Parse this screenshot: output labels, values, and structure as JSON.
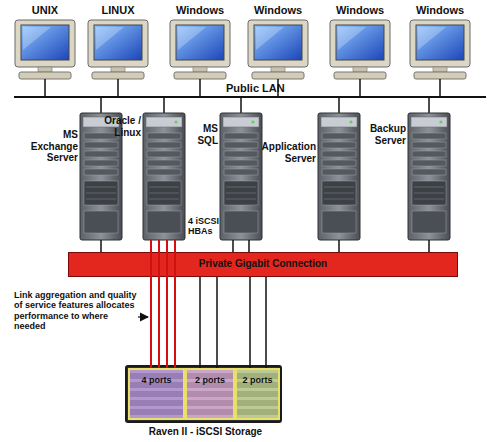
{
  "diagram": {
    "nodes": [
      {
        "text": [
          "UNIX"
        ]
      },
      {
        "text": [
          "LINUX"
        ]
      },
      {
        "text": [
          "Windows"
        ]
      },
      {
        "text": [
          "Windows"
        ]
      },
      {
        "text": [
          "Windows"
        ]
      },
      {
        "text": [
          "Windows"
        ]
      },
      {
        "text": [
          "MS Exchange Server"
        ]
      },
      {
        "text": [
          "Oracle / Linux"
        ]
      },
      {
        "text": [
          "MS SQL"
        ]
      },
      {
        "text": [
          "Application Server"
        ]
      },
      {
        "text": [
          "Backup Server"
        ]
      },
      {
        "text": [
          "Private Gigabit Connection"
        ]
      },
      {
        "text": [
          "Raven II - iSCSI Storage"
        ]
      },
      {
        "text": [
          "4 ports"
        ],
        "in": 12
      },
      {
        "text": [
          "2 ports"
        ],
        "in": 12
      },
      {
        "text": [
          "2 ports"
        ],
        "in": 12
      }
    ],
    "edges": [
      {
        "from": 7,
        "to": 13,
        "arrow": "none"
      },
      {
        "from": 7,
        "to": 13,
        "arrow": "none"
      },
      {
        "from": 7,
        "to": 13,
        "arrow": "none"
      },
      {
        "from": 7,
        "to": 13,
        "arrow": "none"
      },
      {
        "from": 6,
        "to": 11,
        "arrow": "none"
      },
      {
        "from": 8,
        "to": 11,
        "arrow": "none"
      },
      {
        "from": 8,
        "to": 11,
        "arrow": "none"
      },
      {
        "from": 9,
        "to": 11,
        "arrow": "none"
      },
      {
        "from": 10,
        "to": 11,
        "arrow": "none"
      },
      {
        "from": 11,
        "to": 14,
        "arrow": "none"
      },
      {
        "from": 11,
        "to": 14,
        "arrow": "none"
      },
      {
        "from": 11,
        "to": 15,
        "arrow": "none"
      },
      {
        "from": 11,
        "to": 15,
        "arrow": "none"
      }
    ],
    "labels": [
      "Public LAN",
      "4 iSCSI HBAs",
      "Link aggregation and quality of service features allocates performance to where needed"
    ]
  }
}
